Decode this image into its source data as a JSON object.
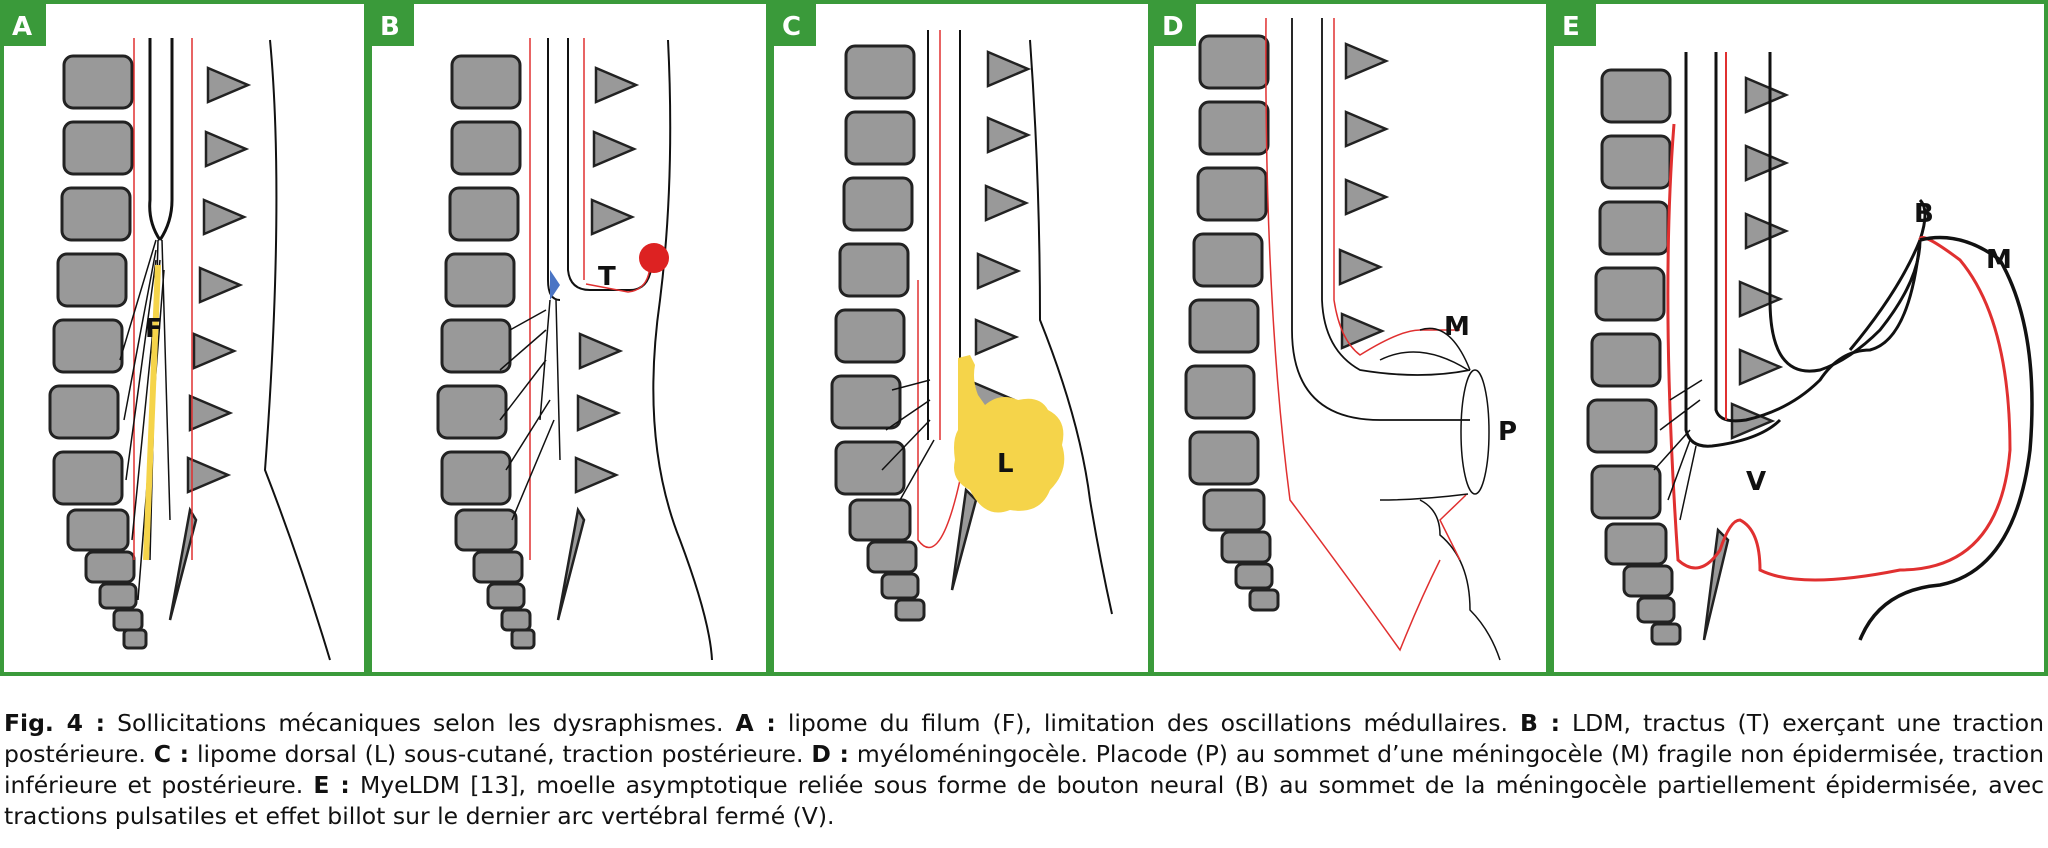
{
  "panels": [
    {
      "letter": "A",
      "labels": [
        "F"
      ]
    },
    {
      "letter": "B",
      "labels": [
        "T"
      ]
    },
    {
      "letter": "C",
      "labels": [
        "L"
      ]
    },
    {
      "letter": "D",
      "labels": [
        "M",
        "P"
      ]
    },
    {
      "letter": "E",
      "labels": [
        "B",
        "M",
        "V"
      ]
    }
  ],
  "colors": {
    "frame": "#3a9a3a",
    "vertebra": "#999999",
    "dura_red": "#e03030",
    "lipoma_yellow": "#f5d44a",
    "tractus_dot": "#dd2222",
    "blue_mark": "#4a74c4",
    "triangle": "#999999"
  },
  "caption": {
    "fig": "Fig. 4 :",
    "intro": " Sollicitations mécaniques selon les dysraphismes. ",
    "a_key": "A :",
    "a_text": " lipome du filum (F), limitation des oscillations médullaires. ",
    "b_key": "B :",
    "b_text": " LDM, tractus (T) exerçant une traction postérieure. ",
    "c_key": "C :",
    "c_text": " lipome dorsal (L) sous-cutané, traction postérieure. ",
    "d_key": "D :",
    "d_text": " myéloméningocèle. Placode (P) au sommet d’une méningocèle (M) fragile non épidermisée, traction inférieure et postérieure. ",
    "e_key": "E :",
    "e_text": " MyeLDM [13], moelle asymptotique reliée sous forme de bouton neural (B) au sommet de la méningocèle partiellement épidermisée, avec tractions pulsatiles et effet billot sur le dernier arc vertébral fermé (V)."
  }
}
